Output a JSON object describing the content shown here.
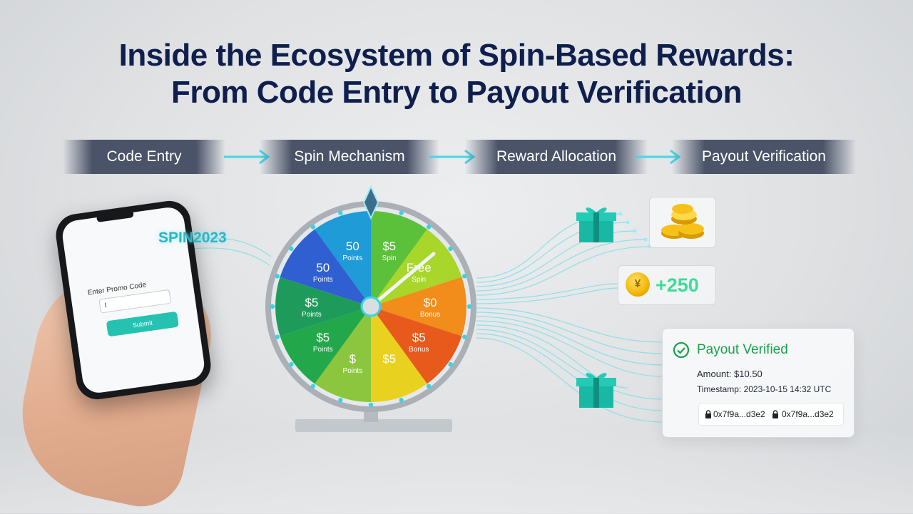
{
  "title": {
    "line1": "Inside the Ecosystem of Spin-Based Rewards:",
    "line2": "From Code Entry to Payout Verification"
  },
  "steps": [
    "Code Entry",
    "Spin Mechanism",
    "Reward Allocation",
    "Payout Verification"
  ],
  "phone": {
    "promo_label": "Enter Promo Code",
    "input_value": "I",
    "submit_label": "Submit",
    "floating_code": "SPIN2023"
  },
  "wheel": {
    "segments": [
      {
        "line1": "50",
        "line2": "Points",
        "color": "#1f9bd7"
      },
      {
        "line1": "$5",
        "line2": "Spin",
        "color": "#5cc13a"
      },
      {
        "line1": "Free",
        "line2": "Spin",
        "color": "#a8d62a"
      },
      {
        "line1": "$0",
        "line2": "Bonus",
        "color": "#f28c1b"
      },
      {
        "line1": "$5",
        "line2": "Bonus",
        "color": "#e85a1b"
      },
      {
        "line1": "$5",
        "line2": "",
        "color": "#e9d21f"
      },
      {
        "line1": "$",
        "line2": "Points",
        "color": "#8cc63f"
      },
      {
        "line1": "$5",
        "line2": "Points",
        "color": "#22a84a"
      },
      {
        "line1": "$5",
        "line2": "Points",
        "color": "#1e9b5a"
      },
      {
        "line1": "50",
        "line2": "Points",
        "color": "#2f5fd0"
      }
    ],
    "colors": {
      "rim": "#b9bec4",
      "hub": "#dfe4ea",
      "accent": "#39d3e8"
    }
  },
  "rewards": {
    "points_value": "+250",
    "coin_symbol": "¥",
    "payout": {
      "title": "Payout Verified",
      "amount": "Amount: $10.50",
      "timestamp": "Timestamp: 2023-10-15 14:32 UTC",
      "hash1": "0x7f9a...d3e2",
      "hash2": "0x7f9a...d3e2"
    }
  },
  "icons": [
    "gift-icon",
    "coins-icon",
    "check-circle-icon",
    "lock-icon",
    "arrow-right-icon"
  ],
  "colors": {
    "title": "#0f1f4d",
    "arrow": "#49d6e6",
    "verified": "#16a34a",
    "submit": "#25c2b2",
    "points": "#3ddc9a"
  }
}
